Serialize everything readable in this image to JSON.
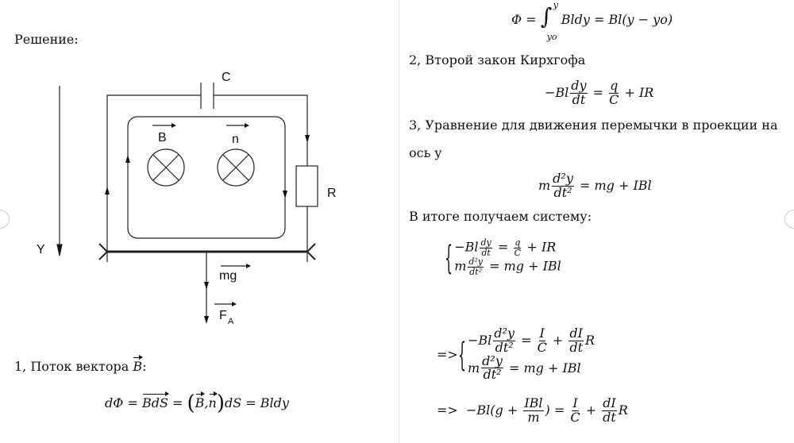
{
  "left": {
    "solution_label": "Решение:",
    "diagram": {
      "capacitor": "C",
      "resistor": "R",
      "axis": "Y",
      "b_vec": "B",
      "n_vec": "n",
      "gravity": "mg",
      "ampere_force": "F",
      "ampere_sub": "A"
    },
    "item1_label": "1, Поток вектора ",
    "item1_vec": "B",
    "item1_colon": ":",
    "flux_eq": {
      "lhs": "dΦ = ",
      "bds": "BdS",
      "eq1": " = ",
      "paren_open": "(",
      "b": "B",
      "comma": ",",
      "n": "n",
      "paren_close": ")",
      "rest": "dS = Bldy"
    }
  },
  "right": {
    "integral_eq": {
      "lhs": "Φ = ",
      "int": "∫",
      "upper": "y",
      "lower": "yo",
      "rest": "Bldy = Bl(y − yo)"
    },
    "item2_label": "2, Второй закон Кирхгофа",
    "kirchhoff": {
      "lhs": "−Bl",
      "num1": "dy",
      "den1": "dt",
      "eq": " = ",
      "num2": "q",
      "den2": "C",
      "rest": " + IR"
    },
    "item3_line1": "3, Уравнение для движения перемычки в проекции на",
    "item3_line2": "ось y",
    "motion": {
      "lhs": "m",
      "num": "d²y",
      "den": "dt²",
      "rest": " = mg + IBl"
    },
    "result_label": "В итоге получаем систему:",
    "system1": {
      "r1_lhs": "−Bl",
      "r1_num": "dy",
      "r1_den": "dt",
      "r1_eq": " = ",
      "r1_num2": "q",
      "r1_den2": "C",
      "r1_rest": " + IR",
      "r2_lhs": "m",
      "r2_num": "d²y",
      "r2_den": "dt²",
      "r2_rest": " = mg + IBl"
    },
    "system2": {
      "arrow": "=> ",
      "r1_lhs": "−Bl",
      "r1_num": "d²y",
      "r1_den": "dt²",
      "r1_eq": " = ",
      "r1_num2": "I",
      "r1_den2": "C",
      "r1_plus": " + ",
      "r1_num3": "dI",
      "r1_den3": "dt",
      "r1_rest": "R",
      "r2_lhs": "m",
      "r2_num": "d²y",
      "r2_den": "dt²",
      "r2_rest": " = mg + IBl"
    },
    "final": {
      "arrow": "=>  ",
      "lhs": "−Bl(g + ",
      "num1": "IBl",
      "den1": "m",
      "close": ") = ",
      "num2": "I",
      "den2": "C",
      "plus": " + ",
      "num3": "dI",
      "den3": "dt",
      "rest": "R"
    }
  }
}
